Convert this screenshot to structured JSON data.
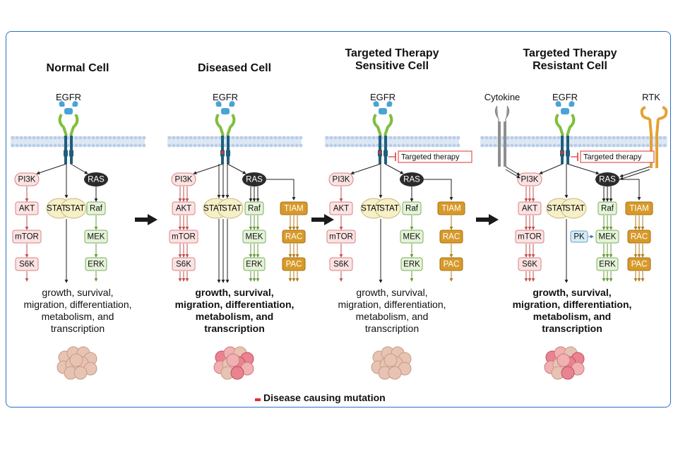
{
  "colors": {
    "frame": "#2d6fc5",
    "membrane": "#b9cde8",
    "pi3k_fill": "#fbe3e3",
    "pi3k_stroke": "#d98080",
    "raf_fill": "#e5f3d9",
    "raf_stroke": "#7aae5a",
    "tiam_fill": "#d79a2a",
    "stat_fill": "#f6efc8",
    "ras_fill": "#2b2b2b",
    "mutation": "#e0312d",
    "egfr_top": "#4aa3d6",
    "egfr_mid": "#7fbf3e",
    "egfr_stem": "#1f5f7a",
    "rtk": "#e3a235",
    "cytokine": "#9a9a9a",
    "pk_fill": "#d6ebf7"
  },
  "panels": [
    {
      "title_lines": [
        "Normal Cell"
      ],
      "receptor": "EGFR",
      "nodes": [
        "PI3K",
        "AKT",
        "mTOR",
        "S6K",
        "STAT",
        "STAT",
        "RAS",
        "Raf",
        "MEK",
        "ERK"
      ],
      "outcome_lines": [
        "growth, survival,",
        "migration, differentiation,",
        "metabolism, and",
        "transcription"
      ]
    },
    {
      "title_lines": [
        "Diseased Cell"
      ],
      "receptor": "EGFR",
      "nodes": [
        "PI3K",
        "AKT",
        "mTOR",
        "S6K",
        "STAT",
        "STAT",
        "RAS",
        "Raf",
        "MEK",
        "ERK",
        "TIAM",
        "RAC",
        "PAC"
      ],
      "outcome_lines": [
        "growth, survival,",
        "migration, differentiation,",
        "metabolism, and",
        "transcription"
      ]
    },
    {
      "title_lines": [
        "Targeted Therapy",
        "Sensitive Cell"
      ],
      "receptor": "EGFR",
      "therapy": "Targeted therapy",
      "nodes": [
        "PI3K",
        "AKT",
        "mTOR",
        "S6K",
        "STAT",
        "STAT",
        "RAS",
        "Raf",
        "MEK",
        "ERK",
        "TIAM",
        "RAC",
        "PAC"
      ],
      "outcome_lines": [
        "growth, survival,",
        "migration, differentiation,",
        "metabolism, and",
        "transcription"
      ]
    },
    {
      "title_lines": [
        "Targeted Therapy",
        "Resistant Cell"
      ],
      "receptor": "EGFR",
      "extra_receptors": [
        "Cytokine",
        "RTK"
      ],
      "therapy": "Targeted therapy",
      "nodes": [
        "PI3K",
        "AKT",
        "mTOR",
        "S6K",
        "STAT",
        "STAT",
        "RAS",
        "Raf",
        "PK",
        "MEK",
        "ERK",
        "TIAM",
        "RAC",
        "PAC"
      ],
      "outcome_lines": [
        "growth, survival,",
        "migration, differentiation,",
        "metabolism, and",
        "transcription"
      ]
    }
  ],
  "legend": "Disease causing mutation"
}
